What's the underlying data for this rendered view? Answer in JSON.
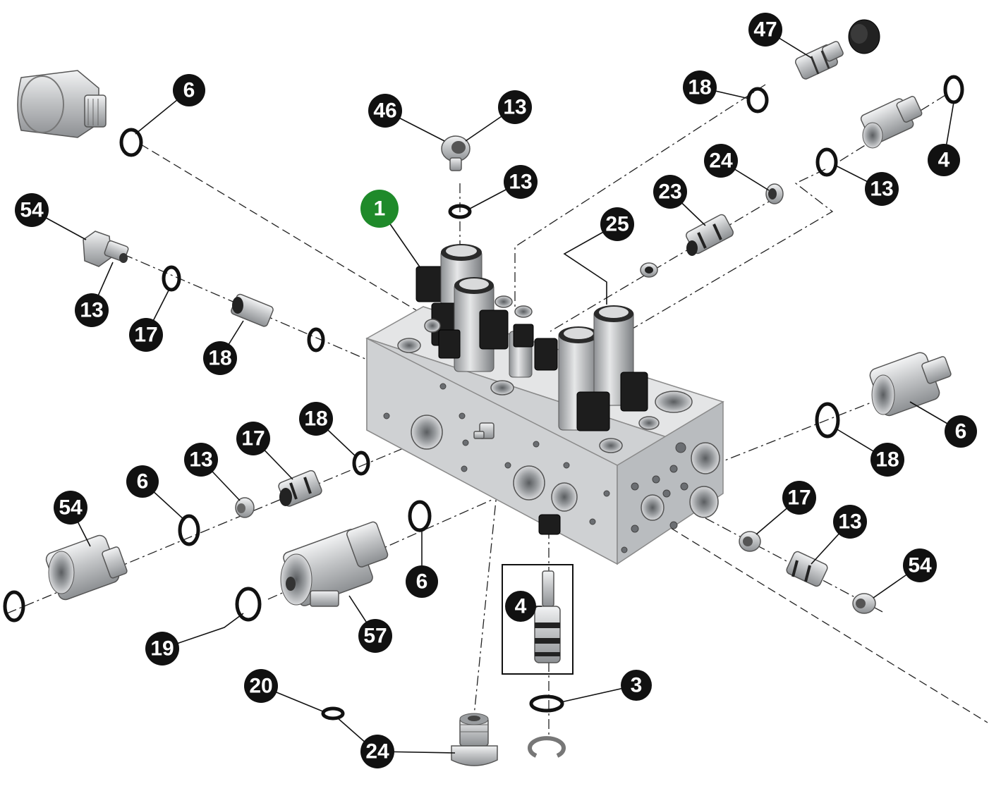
{
  "callouts": [
    {
      "id": "c47",
      "label": "47"
    },
    {
      "id": "c6a",
      "label": "6"
    },
    {
      "id": "c46",
      "label": "46"
    },
    {
      "id": "c13a",
      "label": "13"
    },
    {
      "id": "c18a",
      "label": "18"
    },
    {
      "id": "c4a",
      "label": "4"
    },
    {
      "id": "c24a",
      "label": "24"
    },
    {
      "id": "c13b",
      "label": "13"
    },
    {
      "id": "c13c",
      "label": "13"
    },
    {
      "id": "c1",
      "label": "1"
    },
    {
      "id": "c23",
      "label": "23"
    },
    {
      "id": "c54a",
      "label": "54"
    },
    {
      "id": "c25",
      "label": "25"
    },
    {
      "id": "c13d",
      "label": "13"
    },
    {
      "id": "c17a",
      "label": "17"
    },
    {
      "id": "c18b",
      "label": "18"
    },
    {
      "id": "c18c",
      "label": "18"
    },
    {
      "id": "c17b",
      "label": "17"
    },
    {
      "id": "c13e",
      "label": "13"
    },
    {
      "id": "c6b",
      "label": "6"
    },
    {
      "id": "c54b",
      "label": "54"
    },
    {
      "id": "c6c",
      "label": "6"
    },
    {
      "id": "c18d",
      "label": "18"
    },
    {
      "id": "c17c",
      "label": "17"
    },
    {
      "id": "c13f",
      "label": "13"
    },
    {
      "id": "c6d",
      "label": "6"
    },
    {
      "id": "c4b",
      "label": "4"
    },
    {
      "id": "c54c",
      "label": "54"
    },
    {
      "id": "c57",
      "label": "57"
    },
    {
      "id": "c19",
      "label": "19"
    },
    {
      "id": "c3",
      "label": "3"
    },
    {
      "id": "c20",
      "label": "20"
    },
    {
      "id": "c24b",
      "label": "24"
    }
  ],
  "colors": {
    "callout_fill": "#111111",
    "highlight_fill": "#1f8a2a",
    "callout_text": "#ffffff",
    "metal": "#c9cbcd",
    "background": "#ffffff"
  }
}
